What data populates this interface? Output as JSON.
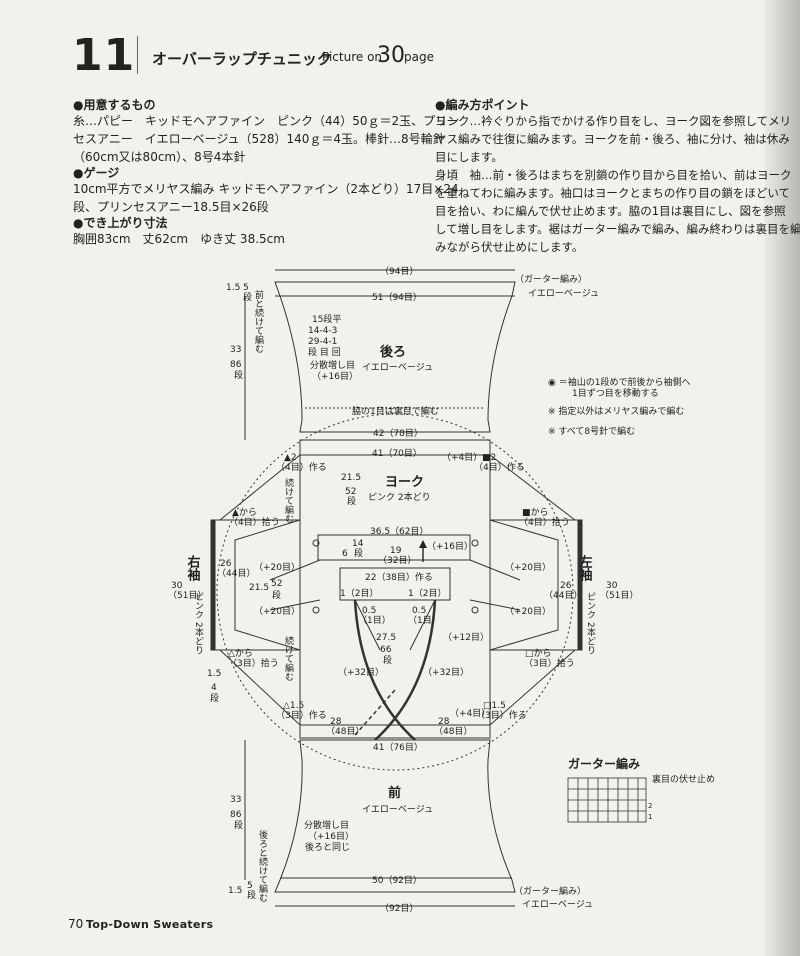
{
  "header": {
    "number": "11",
    "title": "オーバーラップチュニック",
    "picture_on": "Picture on",
    "page_ref": "30",
    "page_word": "page"
  },
  "materials": {
    "heading": "●用意するもの",
    "lines": [
      "糸…パピー　キッドモヘアファイン　ピンク（44）50ｇ＝2玉、プリン",
      "セスアニー　イエローベージュ（528）140ｇ＝4玉。棒針…8号輪針",
      "（60cm又は80cm）、8号4本針"
    ]
  },
  "gauge": {
    "heading": "●ゲージ",
    "lines": [
      "10cm平方でメリヤス編み キッドモヘアファイン（2本どり）17目×24",
      "段、プリンセスアニー18.5目×26段"
    ]
  },
  "finished": {
    "heading": "●でき上がり寸法",
    "text": "胸囲83cm　丈62cm　ゆき丈 38.5cm"
  },
  "points": {
    "heading": "●編み方ポイント",
    "lines": [
      "ヨーク…衿ぐりから指でかける作り目をし、ヨーク図を参照してメリ",
      "ヤス編みで往復に編みます。ヨークを前・後ろ、袖に分け、袖は休み",
      "目にします。",
      "身頃　袖…前・後ろはまちを別鎖の作り目から目を拾い、前はヨーク",
      "を重ねてわに編みます。袖口はヨークとまちの作り目の鎖をほどいて",
      "目を拾い、わに編んで伏せ止めます。脇の1目は裏目にし、図を参照",
      "して増し目をします。裾はガーター編みで編み、編み終わりは裏目を編",
      "みながら伏せ止めにします。"
    ]
  },
  "diagram": {
    "back": {
      "name": "後ろ",
      "color": "イエローベージュ",
      "top_width": "（94目）",
      "width2": "51（94目）",
      "garter": "（ガーター編み）",
      "garter_color": "イエローベージュ",
      "inc_table": [
        "15段平",
        "14-4-3",
        "29-4-1",
        "段 目 回"
      ],
      "inc_note1": "分散増し目",
      "inc_note2": "（+16目）",
      "height": "33",
      "height_rows": "86",
      "height_unit": "段",
      "hem": "1.5",
      "hem_rows": "5",
      "hem_unit": "段",
      "hem_note": "前と続けて編む",
      "purl_note": "脇の1目は裏目で編む",
      "bottom_width": "42（78目）"
    },
    "yoke": {
      "name": "ヨーク",
      "color": "ピンク 2本どり",
      "top": "41（70目）",
      "inc4_left": "（+4目）",
      "h1": "21.5",
      "h1_rows": "52",
      "h1_unit": "段",
      "w365": "36.5（62目）",
      "h14": "14",
      "h14_unit": "段",
      "h6": "6",
      "w19": "19",
      "w19_st": "（32目）",
      "plus16": "（+16目）",
      "w22": "22（38目）作る",
      "one_left": "1（2目）",
      "one_right": "1（2目）",
      "half_l": "0.5",
      "half_l_st": "（1目）",
      "half_r": "0.5",
      "half_r_st": "（1目）",
      "h275": "27.5",
      "h275_rows": "66",
      "h275_unit": "段",
      "plus12": "（+12目）",
      "plus32_l": "（+32目）",
      "plus32_r": "（+32目）",
      "bottom": "41（76目）",
      "w28_l": "28",
      "w28_l_st": "（48目）",
      "w28_r": "28",
      "w28_r_st": "（48目）",
      "plus4_br": "（+4目）",
      "cont": "続けて編む",
      "cont2": "続けて編む"
    },
    "right_sleeve": {
      "name": "右袖",
      "color": "ピンク 2本どり",
      "w30": "30",
      "w30_st": "（51目）",
      "w26": "26",
      "w26_st": "（44目）",
      "w215": "21.5",
      "h52": "52",
      "h52_unit": "段",
      "plus20a": "（+20目）",
      "plus20b": "（+20目）",
      "tri_top": "▲2",
      "tri_top2": "（4目）作る",
      "tri_pick": "▲から",
      "tri_pick2": "（4目）拾う",
      "dtri_pick": "△から",
      "dtri_pick2": "（3目）拾う",
      "dtri_make": "△1.5",
      "dtri_make2": "（3目）作る",
      "hem": "1.5",
      "hem_rows": "4",
      "hem_unit": "段"
    },
    "left_sleeve": {
      "name": "左袖",
      "color": "ピンク 2本どり",
      "w30": "30",
      "w30_st": "（51目）",
      "w26": "26",
      "w26_st": "（44目）",
      "plus20a": "（+20目）",
      "plus20b": "（+20目）",
      "sq_top": "■2",
      "sq_top2": "（4目）作る",
      "sq_pick": "■から",
      "sq_pick2": "（4目）拾う",
      "wsq_pick": "□から",
      "wsq_pick2": "（3目）拾う",
      "wsq_make": "□1.5",
      "wsq_make2": "（3目）作る"
    },
    "front": {
      "name": "前",
      "color": "イエローベージュ",
      "inc_note1": "分散増し目",
      "inc_note2": "（+16目）",
      "inc_note3": "後ろと同じ",
      "height": "33",
      "height_rows": "86",
      "height_unit": "段",
      "hem": "1.5",
      "hem_rows": "5",
      "hem_unit": "段",
      "hem_note": "後ろと続けて編む",
      "width2": "50（92目）",
      "bottom_width": "（92目）",
      "garter": "（ガーター編み）",
      "garter_color": "イエローベージュ"
    },
    "notes": [
      "◉ ＝袖山の1段めで前後から袖側へ",
      "1目ずつ目を移動する",
      "※ 指定以外はメリヤス編みで編む",
      "※ すべて8号針で編む"
    ],
    "garter_chart": {
      "title": "ガーター編み",
      "label": "裏目の伏せ止め",
      "rows": [
        "2",
        "1"
      ]
    }
  },
  "footer": {
    "page": "70",
    "book": "Top-Down Sweaters"
  }
}
